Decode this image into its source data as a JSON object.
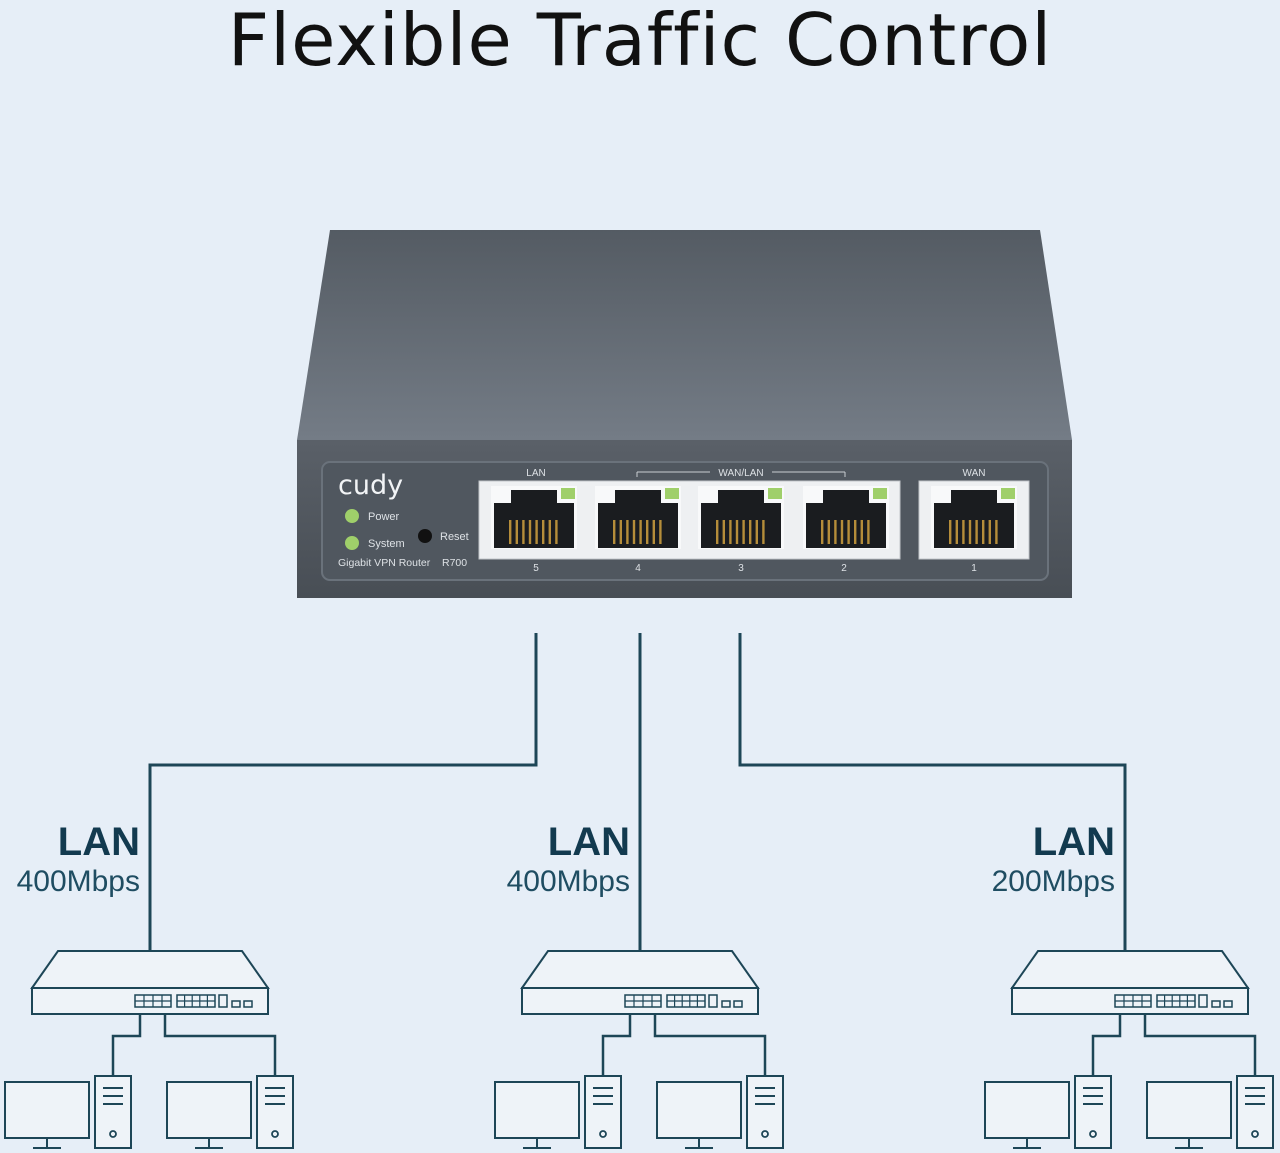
{
  "title": "Flexible Traffic Control",
  "router": {
    "brand": "cudy",
    "model_text": "Gigabit VPN Router",
    "model_number": "R700",
    "led_power_label": "Power",
    "led_system_label": "System",
    "reset_label": "Reset",
    "group_lan_label": "LAN",
    "group_wanlan_label": "WAN/LAN",
    "group_wan_label": "WAN",
    "port_numbers": [
      "5",
      "4",
      "3",
      "2",
      "1"
    ],
    "body_color": "#4c535b",
    "led_color": "#9fcf6a"
  },
  "branches": [
    {
      "name": "LAN",
      "speed": "400Mbps"
    },
    {
      "name": "LAN",
      "speed": "400Mbps"
    },
    {
      "name": "LAN",
      "speed": "200Mbps"
    }
  ],
  "colors": {
    "background": "#e6eef7",
    "line": "#1d4657",
    "label": "#123a4f"
  }
}
